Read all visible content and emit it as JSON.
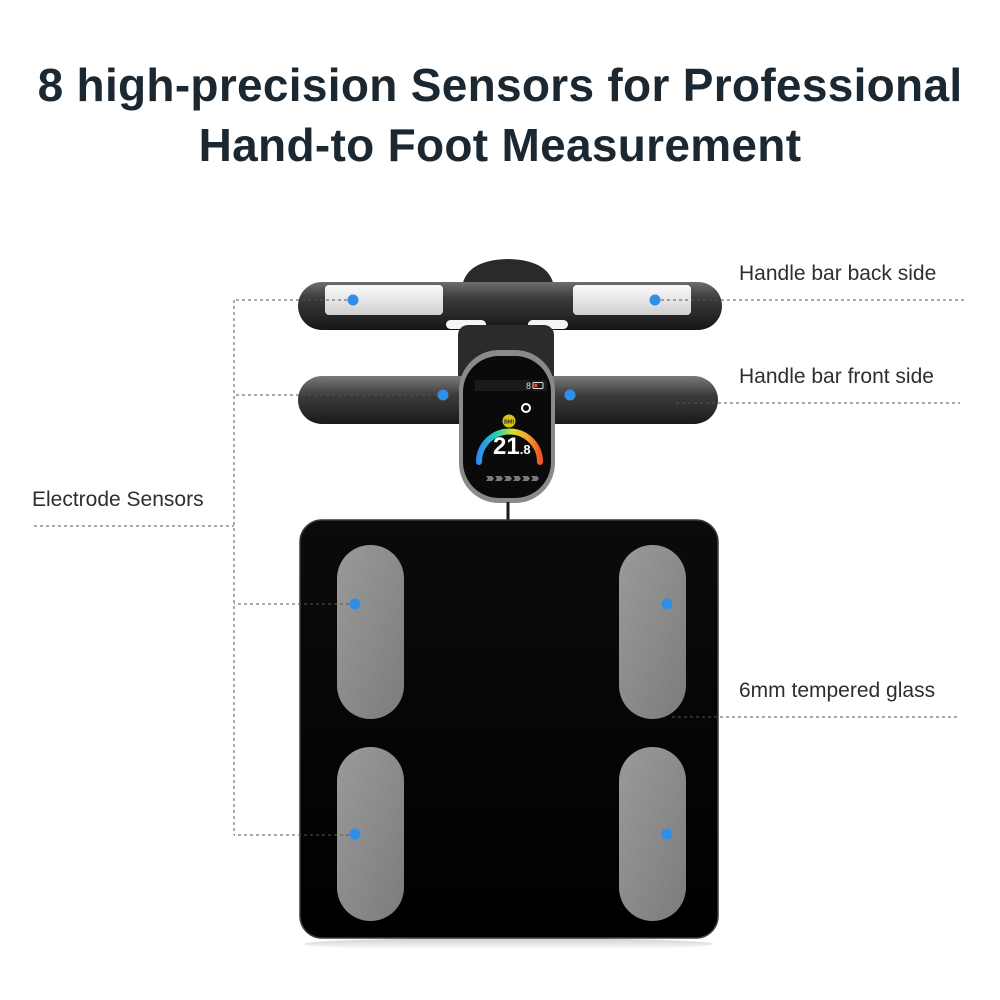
{
  "title": {
    "line1": "8 high-precision Sensors for Professional",
    "line2": "Hand-to Foot Measurement"
  },
  "callouts": {
    "handle_back": "Handle bar back side",
    "handle_front": "Handle bar front side",
    "glass": "6mm tempered glass",
    "electrode": "Electrode Sensors"
  },
  "display": {
    "indicator_label": "BMI",
    "value_int": "21",
    "value_dec": ".8",
    "battery_digit": "8"
  },
  "colors": {
    "title": "#1b2832",
    "sensor_dot": "#2f8fe8",
    "scale_body": "#050505",
    "electrode_pad": "#8e8e8e"
  }
}
